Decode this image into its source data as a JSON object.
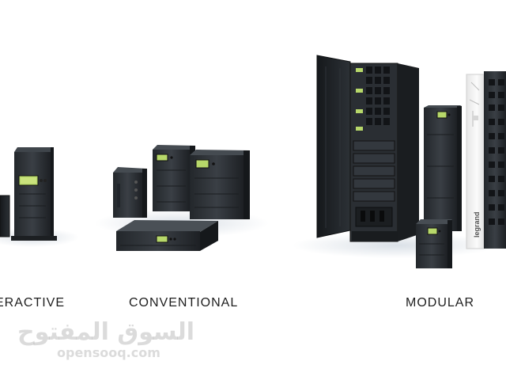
{
  "categories": [
    {
      "key": "line_interactive",
      "label": "ERACTIVE"
    },
    {
      "key": "conventional",
      "label": "CONVENTIONAL"
    },
    {
      "key": "modular",
      "label": "MODULAR"
    }
  ],
  "watermark": {
    "arabic": "السوق المفتوح",
    "latin": "opensooq.com"
  },
  "brand_text": "legrand",
  "colors": {
    "ups_body": "#2b2f33",
    "lcd": "#b7d86a",
    "cabinet_white": "#f2f2f2"
  }
}
